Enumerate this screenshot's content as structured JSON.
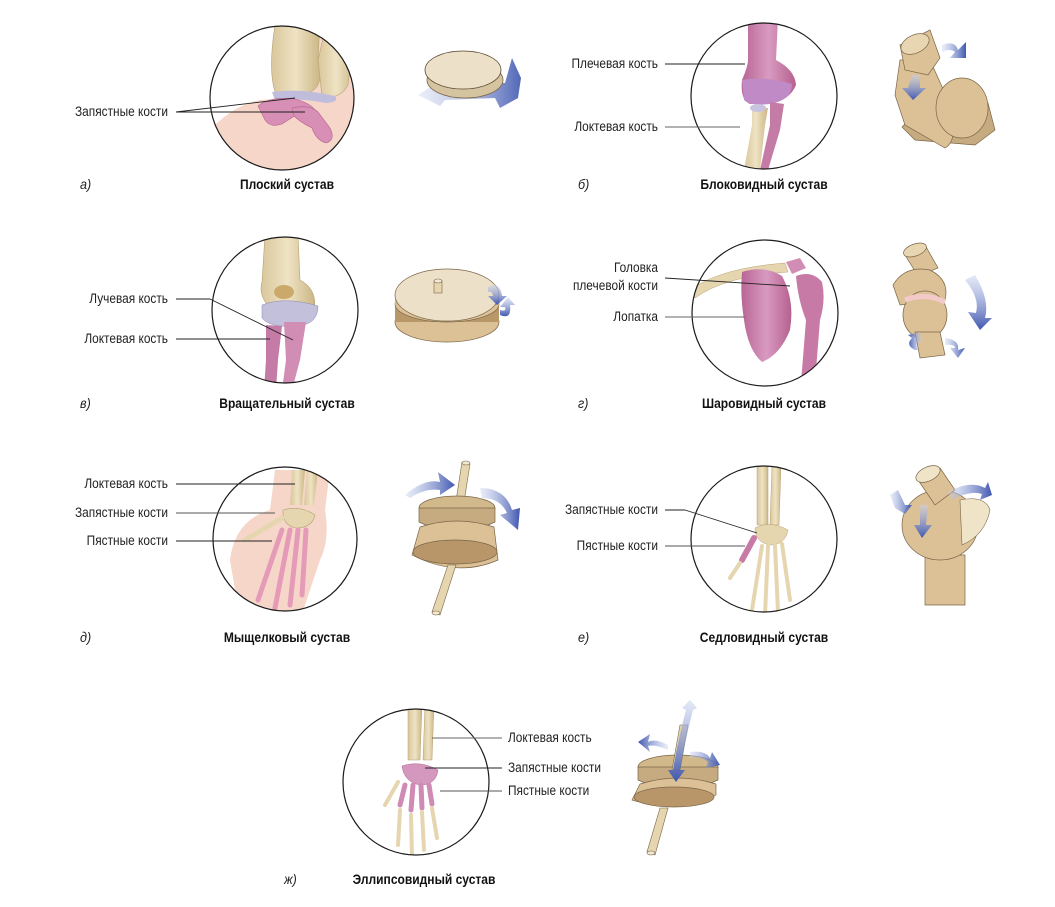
{
  "figure": {
    "colors": {
      "bone": "#e6d6b0",
      "bone_shade": "#cdb888",
      "cartilage": "#b9b6d6",
      "highlight_pink": "#c879a6",
      "skin": "#f6d6c8",
      "model_wood": "#dcc196",
      "model_outline": "#7a6648",
      "arrow_blue": "#4b63b8",
      "leader_line": "#222222"
    },
    "panels": [
      {
        "id": "a",
        "letter": "а)",
        "title": "Плоский сустав",
        "labels": [
          "Запястные кости"
        ],
        "model_icon": "flat-disc-sliding-model",
        "movement": "sliding"
      },
      {
        "id": "b",
        "letter": "б)",
        "title": "Блоковидный сустав",
        "labels": [
          "Плечевая кость",
          "Локтевая кость"
        ],
        "model_icon": "hinge-cylinder-model",
        "movement": "flexion-extension"
      },
      {
        "id": "v",
        "letter": "в)",
        "title": "Вращательный сустав",
        "labels": [
          "Лучевая кость",
          "Локтевая кость"
        ],
        "model_icon": "pivot-disc-model",
        "movement": "rotation"
      },
      {
        "id": "g",
        "letter": "г)",
        "title": "Шаровидный сустав",
        "labels": [
          "Головка",
          "плечевой кости",
          "Лопатка"
        ],
        "model_icon": "ball-socket-model",
        "movement": "multiaxial"
      },
      {
        "id": "d",
        "letter": "д)",
        "title": "Мыщелковый сустав",
        "labels": [
          "Локтевая кость",
          "Запястные кости",
          "Пястные кости"
        ],
        "model_icon": "condylar-spool-model",
        "movement": "biaxial"
      },
      {
        "id": "e",
        "letter": "е)",
        "title": "Седловидный сустав",
        "labels": [
          "Запястные кости",
          "Пястные кости"
        ],
        "model_icon": "saddle-model",
        "movement": "biaxial"
      },
      {
        "id": "zh",
        "letter": "ж)",
        "title": "Эллипсовидный сустав",
        "labels": [
          "Локтевая кость",
          "Запястные кости",
          "Пястные кости"
        ],
        "model_icon": "ellipsoid-spool-model",
        "movement": "biaxial"
      }
    ]
  }
}
